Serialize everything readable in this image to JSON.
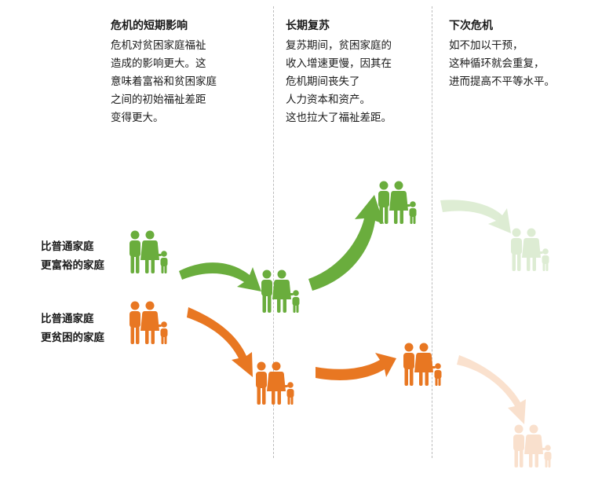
{
  "columns": [
    {
      "heading": "危机的短期影响",
      "lines": [
        "危机对贫困家庭福祉",
        "造成的影响更大。这",
        "意味着富裕和贫困家庭",
        "之间的初始福祉差距",
        "变得更大。"
      ]
    },
    {
      "heading": "长期复苏",
      "lines": [
        "复苏期间，贫困家庭的",
        "收入增速更慢，因其在",
        "危机期间丧失了",
        "人力资本和资产。",
        "这也拉大了福祉差距。"
      ]
    },
    {
      "heading": "下次危机",
      "lines": [
        "如不加以干预，",
        "这种循环就会重复，",
        "进而提高不平等水平。"
      ]
    }
  ],
  "row_labels": {
    "richer": [
      "比普通家庭",
      "更富裕的家庭"
    ],
    "poorer": [
      "比普通家庭",
      "更贫困的家庭"
    ]
  },
  "colors": {
    "green": "#6aad3d",
    "orange": "#e87722",
    "divider": "#bdbdbd",
    "faded_opacity": 0.22
  },
  "icons": {
    "family": "family-icon",
    "arrow": "curved-arrow-icon"
  }
}
